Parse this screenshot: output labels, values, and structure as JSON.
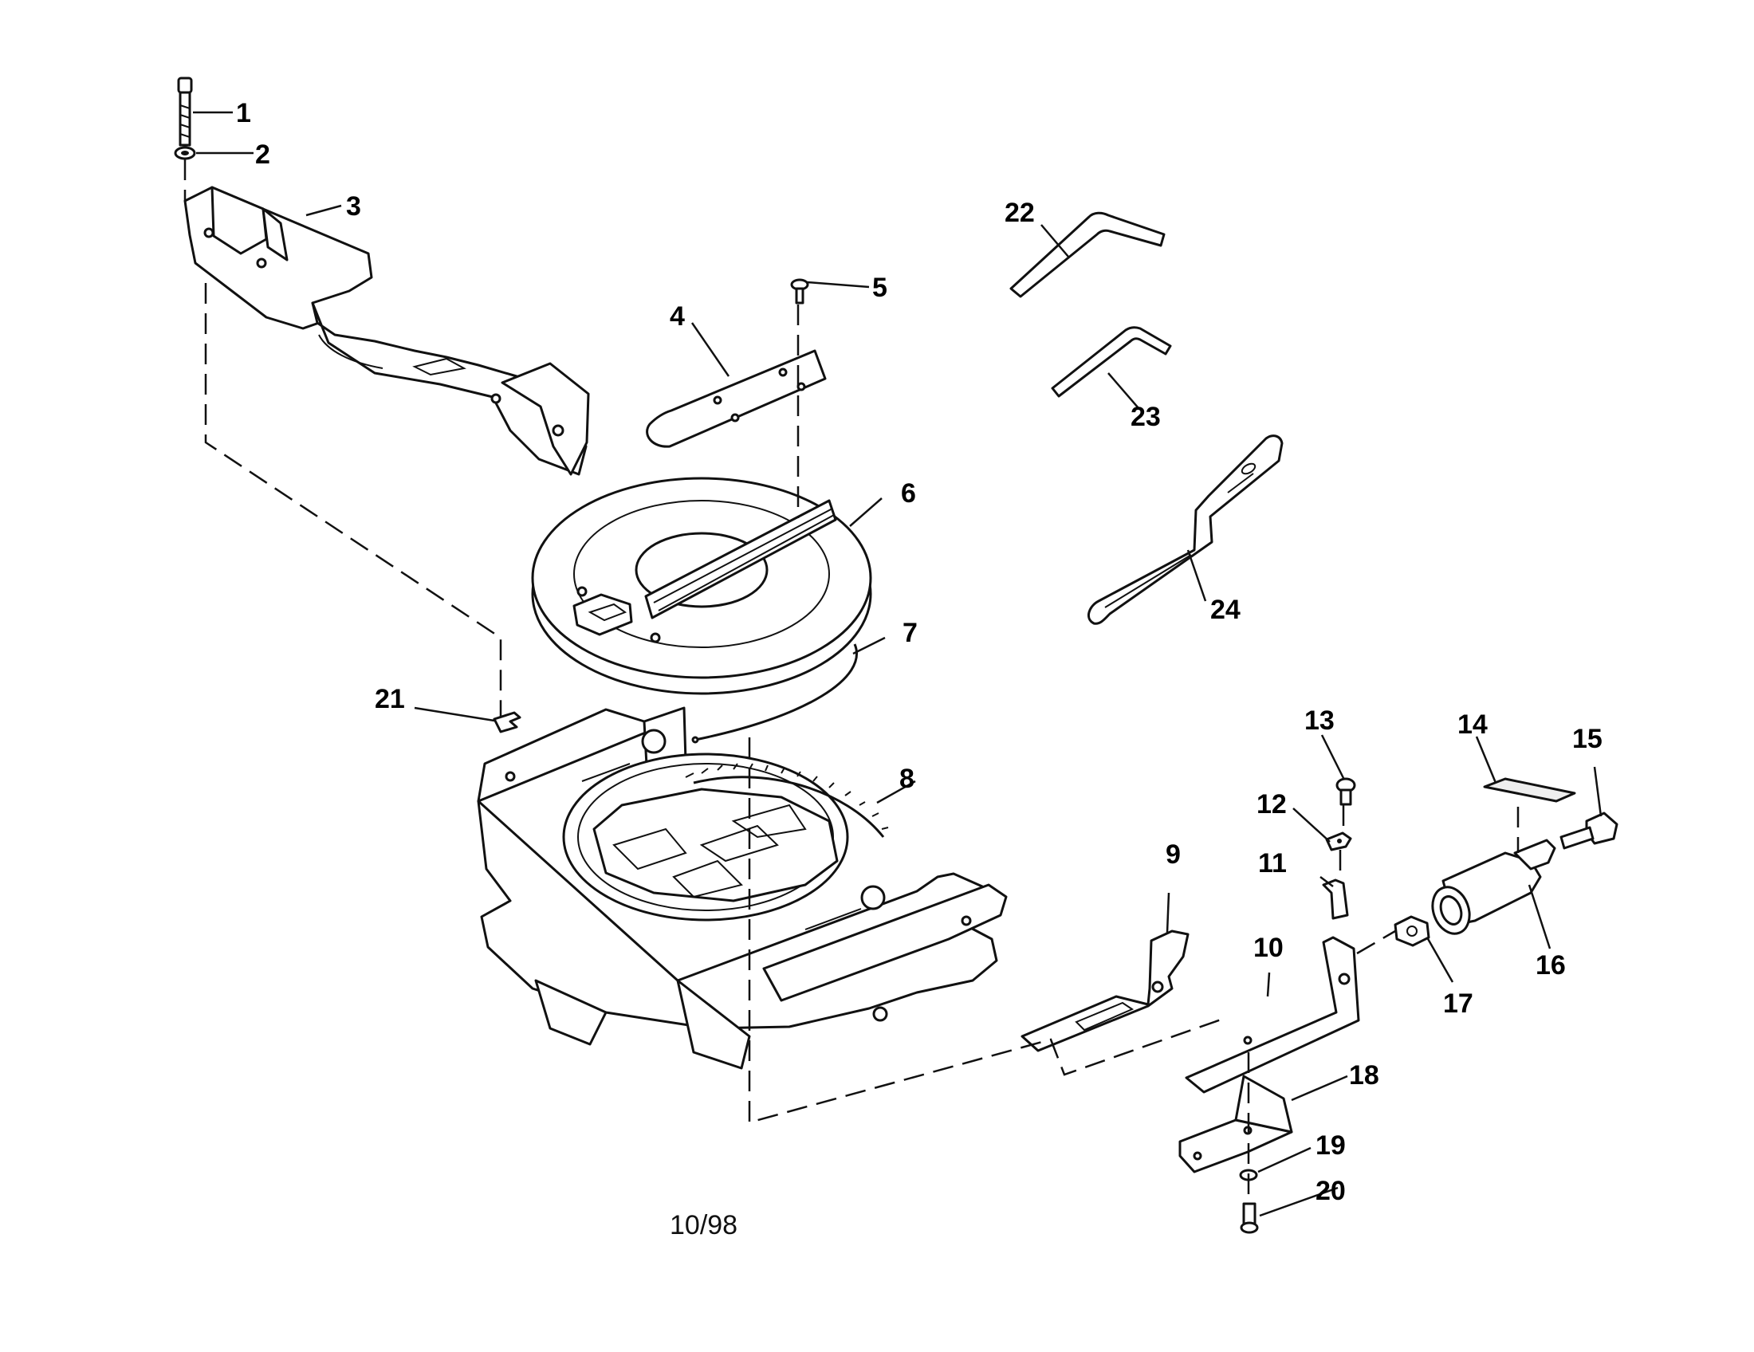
{
  "diagram": {
    "date_code": "10/98",
    "callouts": [
      "1",
      "2",
      "3",
      "4",
      "5",
      "6",
      "7",
      "8",
      "9",
      "10",
      "11",
      "12",
      "13",
      "14",
      "15",
      "16",
      "17",
      "18",
      "19",
      "20",
      "21",
      "22",
      "23",
      "24"
    ]
  }
}
